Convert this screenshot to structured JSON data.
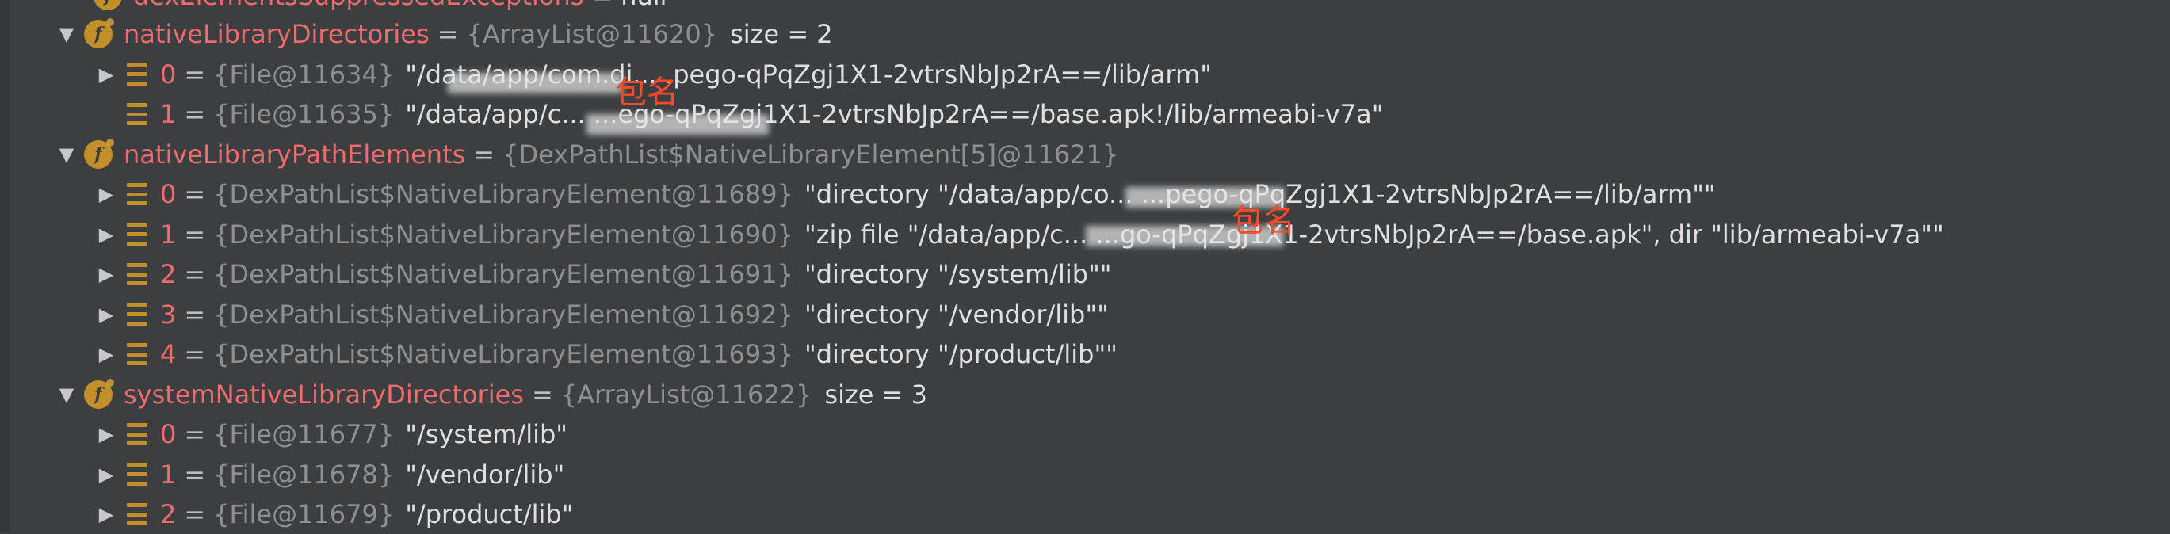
{
  "top_partial": {
    "name": "dexElementsSuppressedExceptions",
    "value": "null"
  },
  "annotations": {
    "text": "包名"
  },
  "rows": [
    {
      "name": "nativeLibraryDirectories",
      "type": "{ArrayList@11620}",
      "extra": "size = 2",
      "value": "",
      "toggle": "▼",
      "icon": "field",
      "icon_label": "f"
    },
    {
      "name": "0",
      "type": "{File@11634}",
      "value": "\"/data/app/com.di... .pego-qPqZgj1X1-2vtrsNbJp2rA==/lib/arm\"",
      "toggle": "▶",
      "icon": "list"
    },
    {
      "name": "1",
      "type": "{File@11635}",
      "value": "\"/data/app/c...      ...ego-qPqZgj1X1-2vtrsNbJp2rA==/base.apk!/lib/armeabi-v7a\"",
      "toggle": "",
      "icon": "list"
    },
    {
      "name": "nativeLibraryPathElements",
      "type": "{DexPathList$NativeLibraryElement[5]@11621}",
      "value": "",
      "toggle": "▼",
      "icon": "field",
      "icon_label": "f"
    },
    {
      "name": "0",
      "type": "{DexPathList$NativeLibraryElement@11689}",
      "value": "\"directory \"/data/app/co... ...pego-qPqZgj1X1-2vtrsNbJp2rA==/lib/arm\"\"",
      "toggle": "▶",
      "icon": "list"
    },
    {
      "name": "1",
      "type": "{DexPathList$NativeLibraryElement@11690}",
      "value": "\"zip file \"/data/app/c...   ...go-qPqZgj1X1-2vtrsNbJp2rA==/base.apk\", dir \"lib/armeabi-v7a\"\"",
      "toggle": "▶",
      "icon": "list"
    },
    {
      "name": "2",
      "type": "{DexPathList$NativeLibraryElement@11691}",
      "value": "\"directory \"/system/lib\"\"",
      "toggle": "▶",
      "icon": "list"
    },
    {
      "name": "3",
      "type": "{DexPathList$NativeLibraryElement@11692}",
      "value": "\"directory \"/vendor/lib\"\"",
      "toggle": "▶",
      "icon": "list"
    },
    {
      "name": "4",
      "type": "{DexPathList$NativeLibraryElement@11693}",
      "value": "\"directory \"/product/lib\"\"",
      "toggle": "▶",
      "icon": "list"
    },
    {
      "name": "systemNativeLibraryDirectories",
      "type": "{ArrayList@11622}",
      "extra": "size = 3",
      "value": "",
      "toggle": "▼",
      "icon": "field",
      "icon_label": "f"
    },
    {
      "name": "0",
      "type": "{File@11677}",
      "value": "\"/system/lib\"",
      "toggle": "▶",
      "icon": "list"
    },
    {
      "name": "1",
      "type": "{File@11678}",
      "value": "\"/vendor/lib\"",
      "toggle": "▶",
      "icon": "list"
    },
    {
      "name": "2",
      "type": "{File@11679}",
      "value": "\"/product/lib\"",
      "toggle": "▶",
      "icon": "list"
    }
  ],
  "colors": {
    "background": "#3c3f41",
    "field_name": "#f26b6b",
    "type_text": "#8f8f8f",
    "value_text": "#e0e0e0",
    "icon_orange": "#c28f28",
    "annotation_red": "#ff4a2a"
  }
}
